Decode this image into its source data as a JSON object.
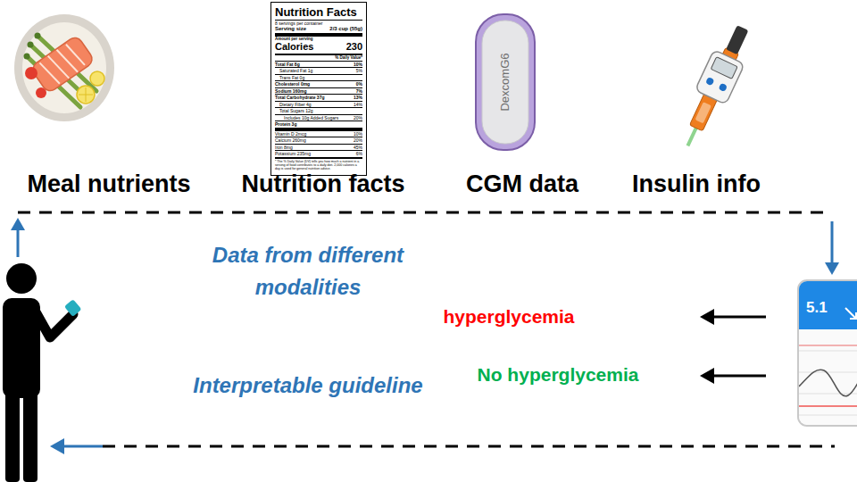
{
  "diagram": {
    "nodes": [
      {
        "text": [
          "Nutrition Facts",
          "8 servings per container",
          "Serving size",
          "2/3 cup (55g)",
          "Amount per serving",
          "Calories",
          "230",
          "% Daily Value*",
          "Total Fat 8g",
          "10%",
          "Saturated Fat 1g",
          "5%",
          "Trans Fat 0g",
          "Cholesterol 0mg",
          "0%",
          "Sodium 160mg",
          "7%",
          "Total Carbohydrate 37g",
          "13%",
          "Dietary Fiber 4g",
          "14%",
          "Total Sugars 12g",
          "Includes 10g Added Sugars",
          "20%",
          "Protein 3g",
          "Vitamin D 2mcg",
          "10%",
          "Calcium 260mg",
          "20%",
          "Iron 8mg",
          "45%",
          "Potassium 235mg",
          "6%",
          "* The % Daily Value (DV) tells you how much a nutrient in a serving of food contributes to a daily diet. 2,000 calories a day is used for general nutrition advice."
        ]
      },
      {
        "text": [
          "5.1"
        ]
      }
    ],
    "labels": [
      "Meal nutrients",
      "Nutrition facts",
      "CGM data",
      "Insulin info",
      "DexcomG6",
      "Data from different modalities",
      "hyperglycemia",
      "No hyperglycemia",
      "Interpretable guideline"
    ]
  }
}
